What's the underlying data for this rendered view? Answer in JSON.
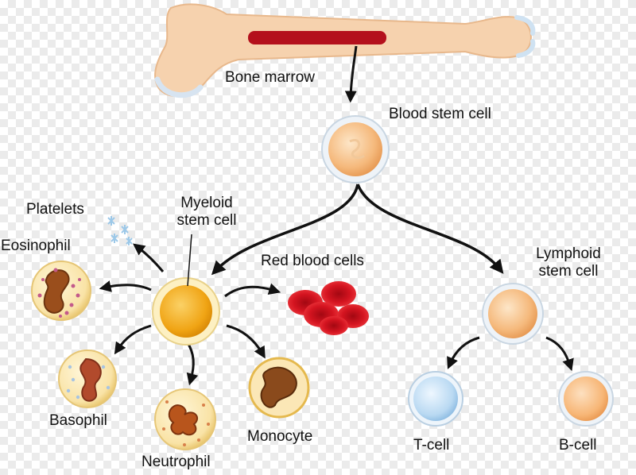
{
  "labels": {
    "bone_marrow": "Bone marrow",
    "blood_stem_cell": "Blood stem cell",
    "platelets": "Platelets",
    "myeloid_line1": "Myeloid",
    "myeloid_line2": "stem cell",
    "eosinophil": "Eosinophil",
    "red_blood_cells": "Red blood cells",
    "lymphoid_line1": "Lymphoid",
    "lymphoid_line2": "stem cell",
    "basophil": "Basophil",
    "neutrophil": "Neutrophil",
    "monocyte": "Monocyte",
    "t_cell": "T-cell",
    "b_cell": "B-cell"
  },
  "colors": {
    "bone": "#f6d2ae",
    "marrow": "#b4101c",
    "stem_cell": "#f5b97c",
    "myeloid_core": "#f0a414",
    "red_cell": "#d41420",
    "t_cell": "#b9d9f2",
    "b_cell": "#f7b676",
    "monocyte_nucleus": "#8a4a1c",
    "arrow": "#111111"
  }
}
